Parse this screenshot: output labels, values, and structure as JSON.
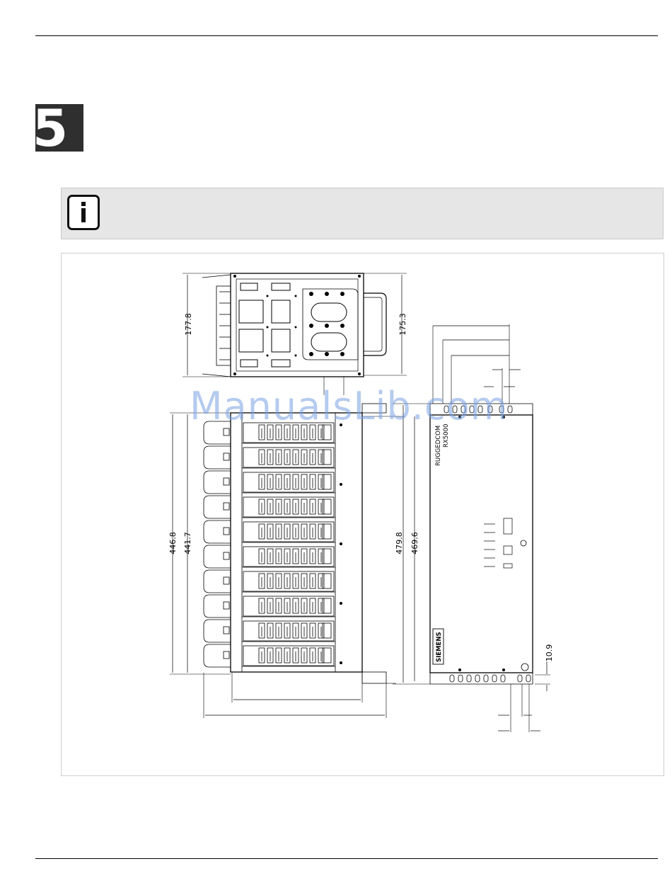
{
  "chapter": {
    "number": "5"
  },
  "watermark": "ManualsLib.com",
  "figure": {
    "top_view": {
      "dims": {
        "width": "177.8",
        "width_rear": "175.3"
      }
    },
    "front_view": {
      "dims": {
        "depth": "446.8",
        "depth_inner": "441.7"
      }
    },
    "side_view": {
      "brand": "RUGGEDCOM",
      "model": "RX5000",
      "vendor": "SIEMENS",
      "dims": {
        "height": "479.8",
        "height_inner": "469.6",
        "offset": "10.9"
      }
    }
  },
  "icons": {
    "note": "info-icon"
  }
}
